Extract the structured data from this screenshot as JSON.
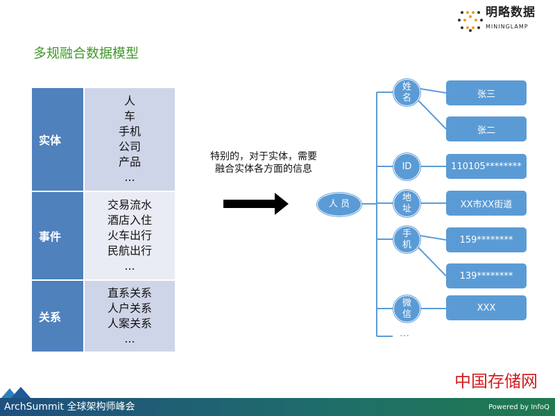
{
  "title": "多规融合数据模型",
  "logo": {
    "cn": "明略数据",
    "en": "MININGLAMP"
  },
  "table": [
    {
      "label": "实体",
      "items": [
        "人",
        "车",
        "手机",
        "公司",
        "产品",
        "..."
      ]
    },
    {
      "label": "事件",
      "items": [
        "交易流水",
        "酒店入住",
        "火车出行",
        "民航出行",
        "..."
      ]
    },
    {
      "label": "关系",
      "items": [
        "直系关系",
        "人户关系",
        "人案关系",
        "..."
      ]
    }
  ],
  "description": [
    "特别的，对于实体，需要",
    "融合实体各方面的信息"
  ],
  "root": "人 员",
  "attributes": [
    {
      "name": "姓\n名",
      "values": [
        "张三",
        "张二"
      ]
    },
    {
      "name": "ID",
      "values": [
        "110105********"
      ]
    },
    {
      "name": "地\n址",
      "values": [
        "XX市XX街道"
      ]
    },
    {
      "name": "手\n机",
      "values": [
        "159********",
        "139********"
      ]
    },
    {
      "name": "微\n信",
      "values": [
        "XXX"
      ]
    }
  ],
  "more": "…",
  "footer": {
    "brand": "ArchSummit 全球架构师峰会",
    "powered": "Powered by InfoQ",
    "watermark": "中国存储网"
  }
}
